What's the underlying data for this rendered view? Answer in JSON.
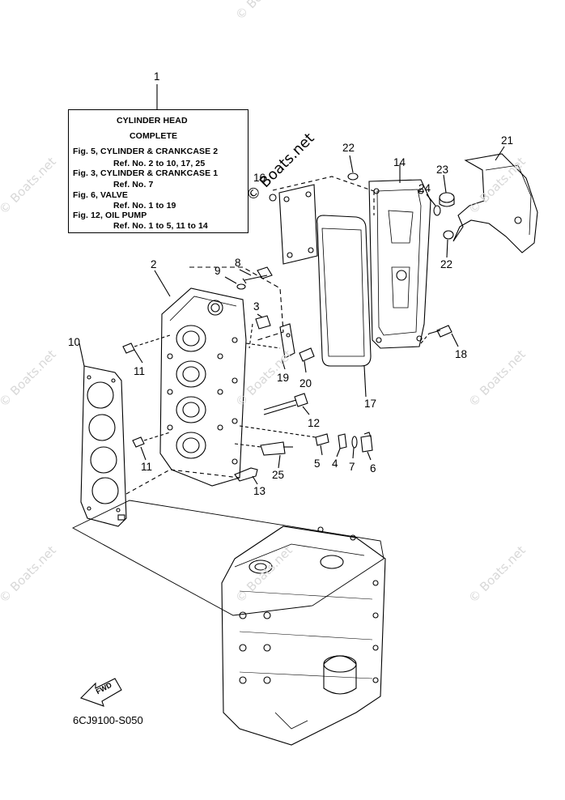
{
  "legend": {
    "title": "CYLINDER HEAD",
    "subtitle": "COMPLETE",
    "lines": [
      "Fig. 5, CYLINDER & CRANKCASE 2",
      "Ref. No. 2 to 10, 17, 25",
      "Fig. 3, CYLINDER & CRANKCASE 1",
      "Ref. No. 7",
      "Fig. 6, VALVE",
      "Ref. No. 1 to 19",
      "Fig. 12, OIL PUMP",
      "Ref. No. 1 to 5, 11 to 14"
    ]
  },
  "callouts": {
    "n1": "1",
    "n2": "2",
    "n3": "3",
    "n4": "4",
    "n5": "5",
    "n6": "6",
    "n7": "7",
    "n8": "8",
    "n9": "9",
    "n10": "10",
    "n11a": "11",
    "n11b": "11",
    "n12": "12",
    "n13": "13",
    "n14": "14",
    "n16": "16",
    "n17": "17",
    "n18": "18",
    "n19": "19",
    "n20": "20",
    "n21": "21",
    "n22a": "22",
    "n22b": "22",
    "n23": "23",
    "n24": "24",
    "n25": "25"
  },
  "fwd_label": "FWD",
  "diagram_code": "6CJ9100-S050",
  "watermark": "© Boats.net"
}
